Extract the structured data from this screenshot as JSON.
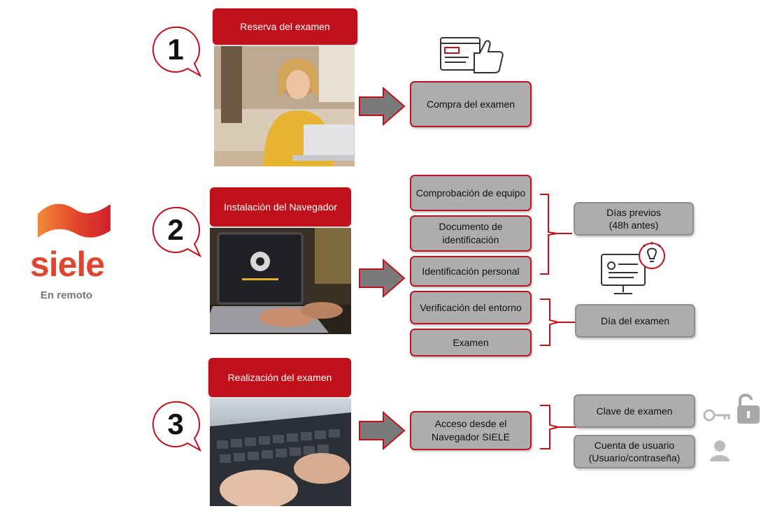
{
  "logo": {
    "word": "siele",
    "subtitle": "En remoto",
    "brand_color": "#e0452d"
  },
  "steps": [
    {
      "number": "1",
      "header": "Reserva del examen"
    },
    {
      "number": "2",
      "header": "Instalación del Navegador"
    },
    {
      "number": "3",
      "header": "Realización del examen"
    }
  ],
  "step1_box": "Compra del examen",
  "step2_boxes": [
    "Comprobación de equipo",
    "Documento de identificación",
    "Identificación personal",
    "Verificación del entorno",
    "Examen"
  ],
  "step2_groups": {
    "previous": {
      "line1": "Días previos",
      "line2": "(48h antes)"
    },
    "exam_day": "Día del examen"
  },
  "step3_box": "Acceso desde el Navegador SIELE",
  "step3_groups": {
    "key": "Clave de examen",
    "account": {
      "line1": "Cuenta de usuario",
      "line2": "(Usuario/contraseña)"
    }
  },
  "colors": {
    "red": "#c0101c",
    "gray_box": "#adadad",
    "arrow": "#7a7a7a"
  },
  "icons": [
    "thumbs-up-icon",
    "monitor-idea-icon",
    "key-icon",
    "padlock-icon",
    "user-icon"
  ]
}
